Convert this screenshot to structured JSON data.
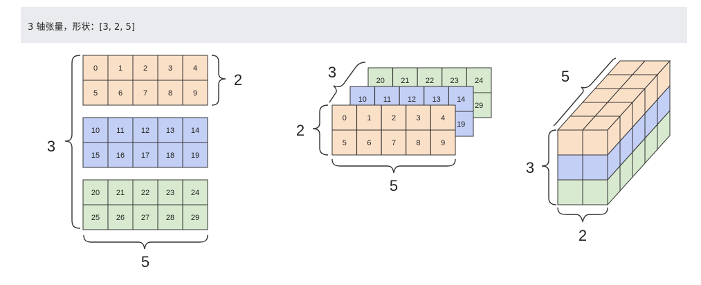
{
  "header": {
    "caption": "3 轴张量，形状：[3, 2, 5]"
  },
  "colors": {
    "orange": "#fbe0c8",
    "blue": "#c3cff5",
    "green": "#d7eacf",
    "stroke": "#333333"
  },
  "tensor": {
    "shape": [
      3,
      2,
      5
    ],
    "layers": [
      {
        "color": "orange",
        "rows": [
          [
            "0",
            "1",
            "2",
            "3",
            "4"
          ],
          [
            "5",
            "6",
            "7",
            "8",
            "9"
          ]
        ]
      },
      {
        "color": "blue",
        "rows": [
          [
            "10",
            "11",
            "12",
            "13",
            "14"
          ],
          [
            "15",
            "16",
            "17",
            "18",
            "19"
          ]
        ]
      },
      {
        "color": "green",
        "rows": [
          [
            "20",
            "21",
            "22",
            "23",
            "24"
          ],
          [
            "25",
            "26",
            "27",
            "28",
            "29"
          ]
        ]
      }
    ]
  },
  "figures": {
    "flat": {
      "label_layers": "3",
      "label_rows": "2",
      "label_cols": "5"
    },
    "stacked": {
      "label_layers": "3",
      "label_rows": "2",
      "label_cols": "5"
    },
    "cube": {
      "label_depth": "5",
      "label_height": "3",
      "label_width": "2"
    }
  }
}
